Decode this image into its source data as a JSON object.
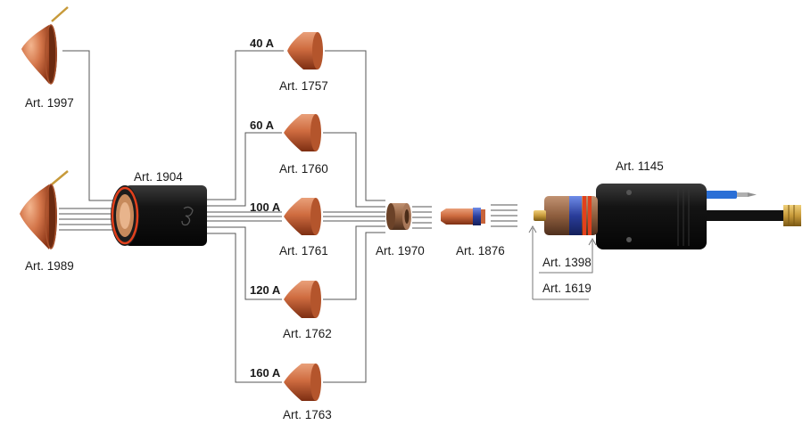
{
  "colors": {
    "copper_light": "#e8946a",
    "copper": "#c8643b",
    "copper_dark": "#8a3415",
    "body_black": "#141414",
    "ring_red": "#e2401c",
    "ring_blue": "#2a3d9a",
    "brass": "#c79a3a",
    "cable_blue": "#2b6fd6"
  },
  "labels": {
    "art_1997": "Art. 1997",
    "art_1989": "Art. 1989",
    "art_1904": "Art. 1904",
    "art_1757": "Art. 1757",
    "art_1760": "Art. 1760",
    "art_1761": "Art. 1761",
    "art_1762": "Art. 1762",
    "art_1763": "Art. 1763",
    "art_1970": "Art. 1970",
    "art_1876": "Art. 1876",
    "art_1145": "Art. 1145",
    "art_1398": "Art. 1398",
    "art_1619": "Art. 1619"
  },
  "amperages": {
    "a40": "40 A",
    "a60": "60 A",
    "a100": "100 A",
    "a120": "120 A",
    "a160": "160 A"
  }
}
